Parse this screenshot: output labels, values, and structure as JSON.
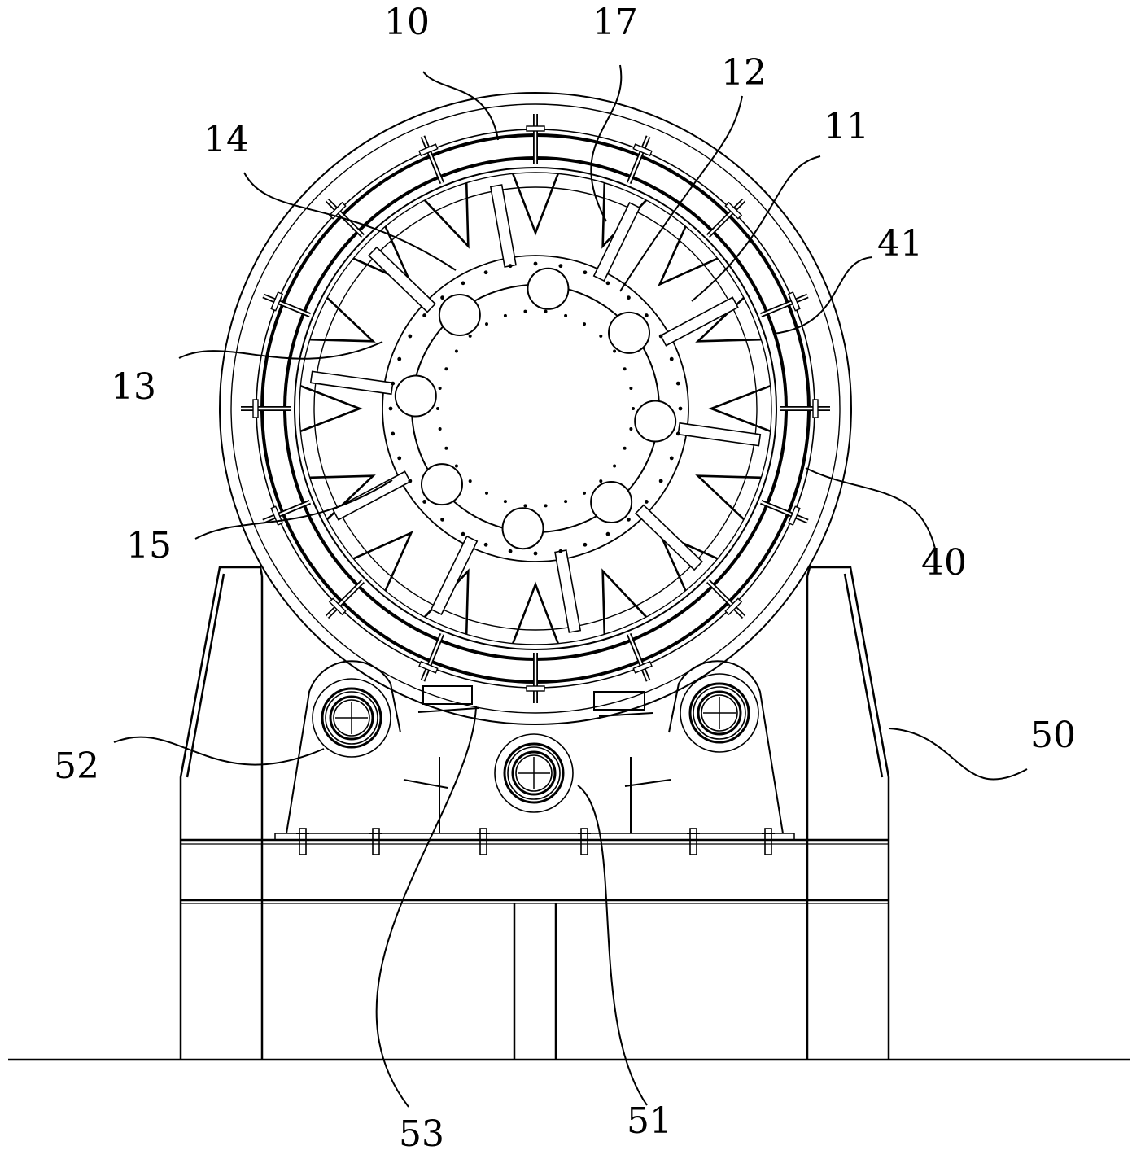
{
  "callouts": {
    "n10": "10",
    "n17": "17",
    "n12": "12",
    "n11": "11",
    "n14": "14",
    "n41": "41",
    "n13": "13",
    "n15": "15",
    "n40": "40",
    "n52": "52",
    "n50": "50",
    "n53": "53",
    "n51": "51"
  },
  "drum": {
    "paddle_count": 16,
    "rod_count": 10,
    "hole_count": 8
  },
  "colors": {
    "line": "#000000",
    "background": "#ffffff"
  }
}
